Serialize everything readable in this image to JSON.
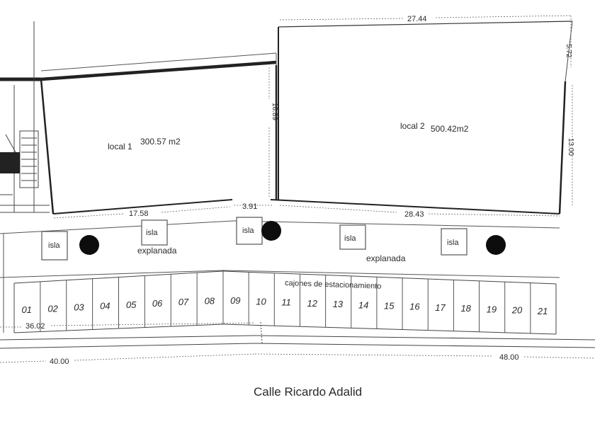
{
  "local1": {
    "name": "local 1",
    "area": "300.57 m2"
  },
  "local2": {
    "name": "local 2",
    "area": "500.42m2"
  },
  "dimensions": {
    "top": "27.44",
    "side_small": "5.72",
    "side_right": "13.00",
    "local2_left": "16.89",
    "front_left": "17.58",
    "front_mid": "3.91",
    "front_right": "28.43",
    "lot_front": "36.02",
    "street_left": "40.00",
    "street_right": "48.00"
  },
  "labels": {
    "isla": "isla",
    "explanada": "explanada",
    "cajones": "cajones de estacionamiento",
    "street": "Calle Ricardo Adalid"
  },
  "parking_spaces": [
    "01",
    "02",
    "03",
    "04",
    "05",
    "06",
    "07",
    "08",
    "09",
    "10",
    "11",
    "12",
    "13",
    "14",
    "15",
    "16",
    "17",
    "18",
    "19",
    "20",
    "21"
  ]
}
